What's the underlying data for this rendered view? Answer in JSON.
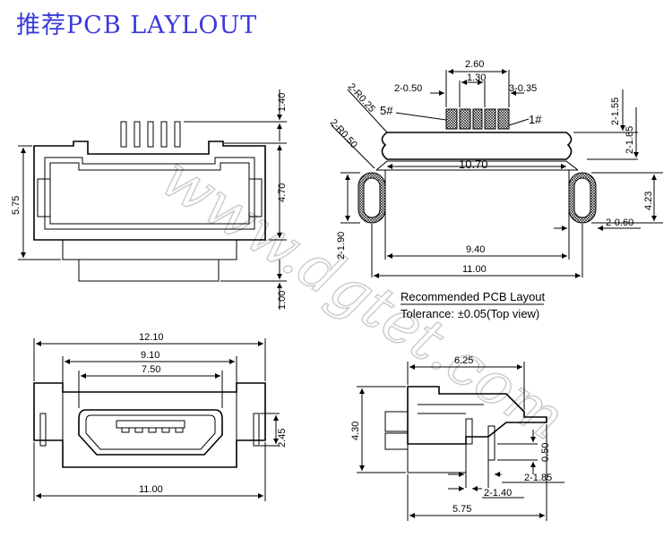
{
  "title": "推荐PCB LAYLOUT",
  "watermark": "www.dgtet.com",
  "front_view": {
    "height_total": "5.75",
    "pin_height": "1.40",
    "body_height": "4.70",
    "bottom": "1.00"
  },
  "pcb_layout": {
    "pitch_group": "2.60",
    "pitch": "1.30",
    "pad_width_a": "2-0.50",
    "pad_width_b": "3-0.35",
    "radius_a": "2-R0.25",
    "radius_b": "2-R0.50",
    "pin5_label": "5#",
    "pin1_label": "1#",
    "width_top": "10.70",
    "dim_155": "2-1.55",
    "dim_185": "2-1.85",
    "dim_423": "4.23",
    "dim_190": "2-1.90",
    "dim_060": "2-0.60",
    "width_940": "9.40",
    "width_1100": "11.00",
    "caption": "Recommended PCB Layout",
    "tolerance": "Tolerance: ±0.05(Top view)"
  },
  "bottom_view": {
    "w_1210": "12.10",
    "w_910": "9.10",
    "w_750": "7.50",
    "h_245": "2.45",
    "w_1100": "11.00"
  },
  "side_view": {
    "w_625": "6.25",
    "h_430": "4.30",
    "h_050": "0.50",
    "d_185": "2-1.85",
    "d_140": "2-1.40",
    "w_575": "5.75"
  }
}
